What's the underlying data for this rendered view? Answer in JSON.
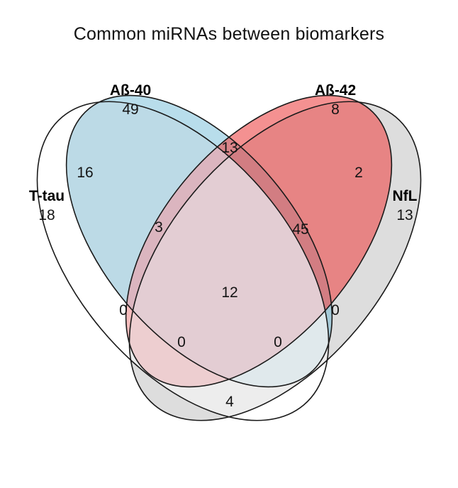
{
  "chart_data": {
    "type": "venn",
    "title": "Common miRNAs between biomarkers",
    "xlabel": "",
    "ylabel": "",
    "grid": false,
    "legend_position": "none",
    "sets": [
      {
        "name": "Aß-40",
        "color": "#a9d3e2",
        "exclusive": 49
      },
      {
        "name": "Aß-42",
        "color": "#ef7070",
        "exclusive": 8
      },
      {
        "name": "T-tau",
        "color": "#f9c3c3",
        "exclusive": 18
      },
      {
        "name": "NfL",
        "color": "#d4d4d4",
        "exclusive": 13
      }
    ],
    "regions": [
      {
        "id": "Aß-40",
        "members": [
          "Aß-40"
        ],
        "value": 49
      },
      {
        "id": "Aß-42",
        "members": [
          "Aß-42"
        ],
        "value": 8
      },
      {
        "id": "T-tau",
        "members": [
          "T-tau"
        ],
        "value": 18
      },
      {
        "id": "NfL",
        "members": [
          "NfL"
        ],
        "value": 13
      },
      {
        "id": "Aß-40∩Aß-42",
        "members": [
          "Aß-40",
          "Aß-42"
        ],
        "value": 13
      },
      {
        "id": "T-tau∩Aß-40",
        "members": [
          "T-tau",
          "Aß-40"
        ],
        "value": 16
      },
      {
        "id": "Aß-42∩NfL",
        "members": [
          "Aß-42",
          "NfL"
        ],
        "value": 2
      },
      {
        "id": "T-tau∩Aß-40∩Aß-42",
        "members": [
          "T-tau",
          "Aß-40",
          "Aß-42"
        ],
        "value": 3
      },
      {
        "id": "Aß-40∩Aß-42∩NfL",
        "members": [
          "Aß-40",
          "Aß-42",
          "NfL"
        ],
        "value": 45
      },
      {
        "id": "T-tau∩Aß-40∩Aß-42∩NfL",
        "members": [
          "T-tau",
          "Aß-40",
          "Aß-42",
          "NfL"
        ],
        "value": 12
      },
      {
        "id": "T-tau∩Aß-42",
        "members": [
          "T-tau",
          "Aß-42"
        ],
        "value": 0
      },
      {
        "id": "Aß-40∩NfL",
        "members": [
          "Aß-40",
          "NfL"
        ],
        "value": 0
      },
      {
        "id": "T-tau∩Aß-42∩NfL",
        "members": [
          "T-tau",
          "Aß-42",
          "NfL"
        ],
        "value": 0
      },
      {
        "id": "T-tau∩Aß-40∩NfL",
        "members": [
          "T-tau",
          "Aß-40",
          "NfL"
        ],
        "value": 0
      },
      {
        "id": "T-tau∩NfL",
        "members": [
          "T-tau",
          "NfL"
        ],
        "value": 4
      }
    ],
    "values": [
      49,
      8,
      18,
      13,
      13,
      16,
      2,
      3,
      45,
      12,
      0,
      0,
      0,
      0,
      4
    ],
    "categories": [
      "Aß-40",
      "Aß-42",
      "T-tau",
      "NfL",
      "Aß-40∩Aß-42",
      "T-tau∩Aß-40",
      "Aß-42∩NfL",
      "T-tau∩Aß-40∩Aß-42",
      "Aß-40∩Aß-42∩NfL",
      "T-tau∩Aß-40∩Aß-42∩NfL",
      "T-tau∩Aß-42",
      "Aß-40∩NfL",
      "T-tau∩Aß-42∩NfL",
      "T-tau∩Aß-40∩NfL",
      "T-tau∩NfL"
    ]
  },
  "title": "Common miRNAs between biomarkers",
  "labels": {
    "ab40": {
      "name": "Aß-40",
      "count": "49"
    },
    "ab42": {
      "name": "Aß-42",
      "count": "8"
    },
    "ttau": {
      "name": "T-tau",
      "count": "18"
    },
    "nfl": {
      "name": "NfL",
      "count": "13"
    }
  },
  "counts": {
    "ab40_ab42": "13",
    "ttau_ab40": "16",
    "ab42_nfl": "2",
    "ttau_ab40_ab42": "3",
    "ab40_ab42_nfl": "45",
    "all_four": "12",
    "ttau_ab42": "0",
    "ab40_nfl": "0",
    "ttau_ab42_nfl": "0",
    "ttau_ab40_nfl": "0",
    "ttau_nfl": "4"
  },
  "colors": {
    "ab40_fill": "#a9d3e2",
    "ab42_fill": "#ef7070",
    "ttau_fill": "#f9c3c3",
    "nfl_fill": "#d4d4d4",
    "stroke": "#1a1a1a",
    "background": "#ffffff"
  }
}
